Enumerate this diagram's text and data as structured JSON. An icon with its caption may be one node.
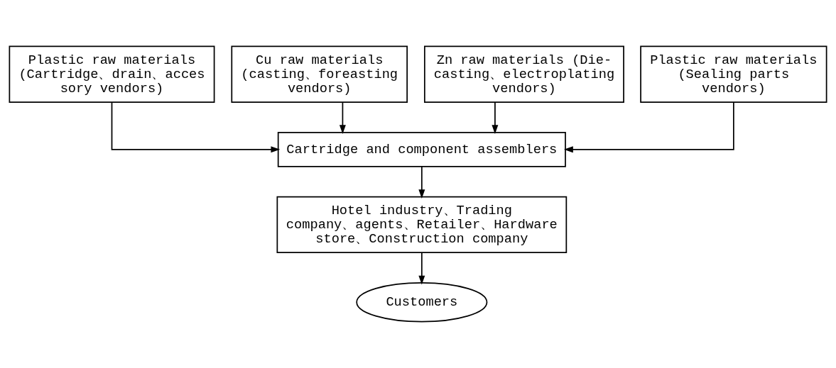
{
  "diagram": {
    "nodes": [
      {
        "text": [
          "Plastic raw materials (Cartridge、drain、accessory vendors)"
        ]
      },
      {
        "text": [
          "Cu raw materials (casting、foreasting vendors)"
        ]
      },
      {
        "text": [
          "Zn raw materials (Die-casting、electroplating vendors)"
        ]
      },
      {
        "text": [
          "Plastic raw materials (Sealing parts vendors)"
        ]
      },
      {
        "text": [
          "Cartridge and component assemblers"
        ]
      },
      {
        "text": [
          "Hotel industry、Trading company、agents、Retailer、Hardware store、Construction company"
        ]
      },
      {
        "text": [
          "Customers"
        ]
      }
    ],
    "edges": [
      {
        "from": 0,
        "to": 4,
        "arrow": "to"
      },
      {
        "from": 1,
        "to": 4,
        "arrow": "to"
      },
      {
        "from": 2,
        "to": 4,
        "arrow": "to"
      },
      {
        "from": 3,
        "to": 4,
        "arrow": "to"
      },
      {
        "from": 4,
        "to": 5,
        "arrow": "to"
      },
      {
        "from": 5,
        "to": 6,
        "arrow": "to"
      }
    ]
  }
}
